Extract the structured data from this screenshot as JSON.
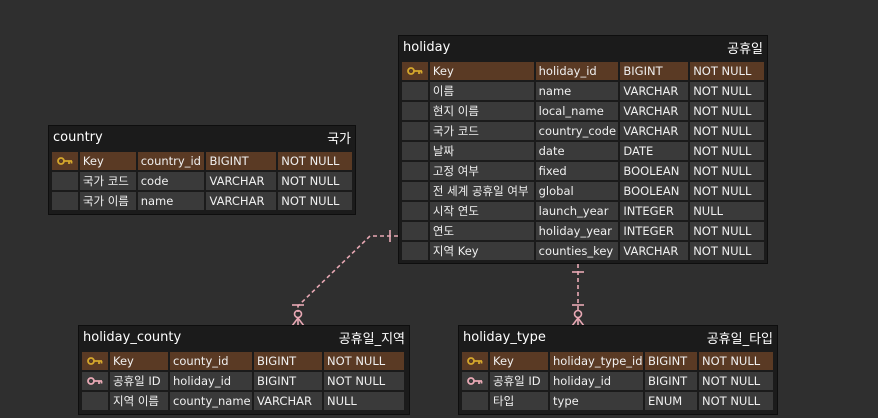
{
  "colors": {
    "background": "#2f2f2f",
    "table": "#1b1b1b",
    "pk_row": "#5a3a24",
    "row": "#3a3a3a",
    "connector": "#e8a8b4",
    "pk_key_icon": "#d4a72c",
    "fk_key_icon": "#e8a8b4"
  },
  "entities": {
    "holiday": {
      "name": "holiday",
      "label": "공휴일",
      "rows": [
        {
          "key_icon": "pk",
          "c1": "Key",
          "c2": "holiday_id",
          "c3": "BIGINT",
          "c4": "NOT NULL"
        },
        {
          "key_icon": "",
          "c1": "이름",
          "c2": "name",
          "c3": "VARCHAR",
          "c4": "NOT NULL"
        },
        {
          "key_icon": "",
          "c1": "현지 이름",
          "c2": "local_name",
          "c3": "VARCHAR",
          "c4": "NOT NULL"
        },
        {
          "key_icon": "",
          "c1": "국가 코드",
          "c2": "country_code",
          "c3": "VARCHAR",
          "c4": "NOT NULL"
        },
        {
          "key_icon": "",
          "c1": "날짜",
          "c2": "date",
          "c3": "DATE",
          "c4": "NOT NULL"
        },
        {
          "key_icon": "",
          "c1": "고정 여부",
          "c2": "fixed",
          "c3": "BOOLEAN",
          "c4": "NOT NULL"
        },
        {
          "key_icon": "",
          "c1": "전 세계 공휴일 여부",
          "c2": "global",
          "c3": "BOOLEAN",
          "c4": "NOT NULL"
        },
        {
          "key_icon": "",
          "c1": "시작 연도",
          "c2": "launch_year",
          "c3": "INTEGER",
          "c4": "NULL"
        },
        {
          "key_icon": "",
          "c1": "연도",
          "c2": "holiday_year",
          "c3": "INTEGER",
          "c4": "NOT NULL"
        },
        {
          "key_icon": "",
          "c1": "지역 Key",
          "c2": "counties_key",
          "c3": "VARCHAR",
          "c4": "NOT NULL"
        }
      ]
    },
    "country": {
      "name": "country",
      "label": "국가",
      "rows": [
        {
          "key_icon": "pk",
          "c1": "Key",
          "c2": "country_id",
          "c3": "BIGINT",
          "c4": "NOT NULL"
        },
        {
          "key_icon": "",
          "c1": "국가 코드",
          "c2": "code",
          "c3": "VARCHAR",
          "c4": "NOT NULL"
        },
        {
          "key_icon": "",
          "c1": "국가 이름",
          "c2": "name",
          "c3": "VARCHAR",
          "c4": "NOT NULL"
        }
      ]
    },
    "holiday_county": {
      "name": "holiday_county",
      "label": "공휴일_지역",
      "rows": [
        {
          "key_icon": "pk",
          "c1": "Key",
          "c2": "county_id",
          "c3": "BIGINT",
          "c4": "NOT NULL"
        },
        {
          "key_icon": "fk",
          "c1": "공휴일 ID",
          "c2": "holiday_id",
          "c3": "BIGINT",
          "c4": "NOT NULL"
        },
        {
          "key_icon": "",
          "c1": "지역 이름",
          "c2": "county_name",
          "c3": "VARCHAR",
          "c4": "NULL"
        }
      ]
    },
    "holiday_type": {
      "name": "holiday_type",
      "label": "공휴일_타입",
      "rows": [
        {
          "key_icon": "pk",
          "c1": "Key",
          "c2": "holiday_type_id",
          "c3": "BIGINT",
          "c4": "NOT NULL"
        },
        {
          "key_icon": "fk",
          "c1": "공휴일 ID",
          "c2": "holiday_id",
          "c3": "BIGINT",
          "c4": "NOT NULL"
        },
        {
          "key_icon": "",
          "c1": "타입",
          "c2": "type",
          "c3": "ENUM",
          "c4": "NOT NULL"
        }
      ]
    }
  },
  "relationships": [
    {
      "from": "holiday",
      "to": "holiday_county",
      "from_end": "one",
      "to_end": "zero-or-many"
    },
    {
      "from": "holiday",
      "to": "holiday_type",
      "from_end": "one",
      "to_end": "zero-or-many"
    }
  ]
}
